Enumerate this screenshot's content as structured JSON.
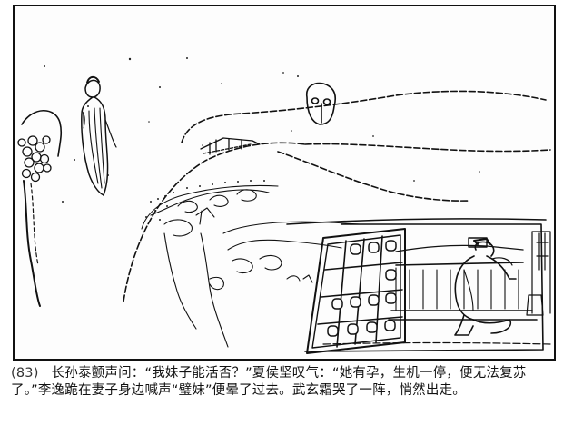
{
  "panel": {
    "number": "(83)",
    "scene": "line-art illustration: ghostly woman in long robe floating at left, tree at left edge, walled courtyard with lattice screen door, man kneeling by a window inside a house, face-like figure atop a rock"
  },
  "caption": {
    "text": "长孙泰颤声问：“我妹子能活否？”夏侯坚叹气：“她有孕，生机一停，便无法复苏了。”李逸跪在妻子身边喊声“璧妹”便晕了过去。武玄霜哭了一阵，悄然出走。"
  },
  "colors": {
    "ink": "#111111",
    "paper": "#fdfdfd",
    "border": "#111111"
  }
}
